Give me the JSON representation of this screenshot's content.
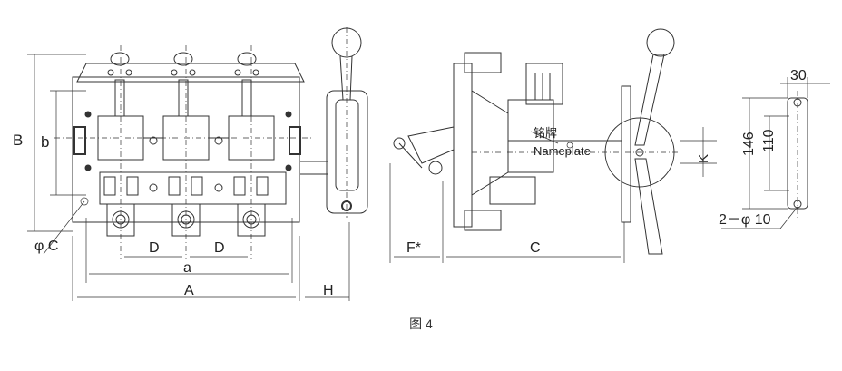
{
  "labels": {
    "B": "B",
    "b": "b",
    "phiC": "φ C",
    "D1": "D",
    "D2": "D",
    "a": "a",
    "A": "A",
    "H": "H",
    "F": "F*",
    "C": "C",
    "K": "K",
    "nameplate_cn": "铭牌",
    "nameplate_en": "Nameplate",
    "dim30": "30",
    "dim146": "146",
    "dim110": "110",
    "holes": "2－φ 10"
  },
  "caption": "图 4"
}
